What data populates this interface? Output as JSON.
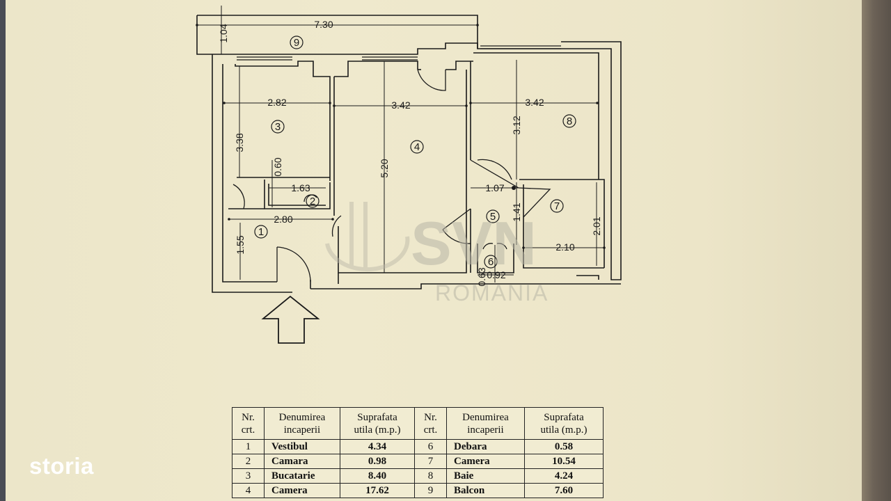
{
  "brand": "storia",
  "watermark": {
    "logo": "SVN",
    "subtitle": "ROMANIA"
  },
  "dimensions": {
    "total_width": "7.30",
    "balcony_depth": "1.04",
    "kitchen_width": "2.82",
    "kitchen_depth": "3.38",
    "pantry_depth": "0.60",
    "pantry_width": "1.63",
    "vestibule_width": "2.80",
    "vestibule_depth": "1.55",
    "living_width": "3.42",
    "living_depth": "5.20",
    "bedroom_width": "3.42",
    "bedroom_depth": "3.12",
    "hall_width": "1.07",
    "hall_depth": "1.41",
    "bath_width": "2.10",
    "bath_depth": "2.01",
    "closet_width": "0.92",
    "closet_depth": "0.63"
  },
  "room_markers": [
    "1",
    "2",
    "3",
    "4",
    "5",
    "6",
    "7",
    "8",
    "9"
  ],
  "table": {
    "headers": {
      "nr_line1": "Nr.",
      "nr_line2": "crt.",
      "name_line1": "Denumirea",
      "name_line2": "incaperii",
      "area_line1": "Suprafata",
      "area_line2": "utila (m.p.)"
    },
    "rows": [
      {
        "left": {
          "nr": "1",
          "name": "Vestibul",
          "area": "4.34"
        },
        "right": {
          "nr": "6",
          "name": "Debara",
          "area": "0.58"
        }
      },
      {
        "left": {
          "nr": "2",
          "name": "Camara",
          "area": "0.98"
        },
        "right": {
          "nr": "7",
          "name": "Camera",
          "area": "10.54"
        }
      },
      {
        "left": {
          "nr": "3",
          "name": "Bucatarie",
          "area": "8.40"
        },
        "right": {
          "nr": "8",
          "name": "Baie",
          "area": "4.24"
        }
      },
      {
        "left": {
          "nr": "4",
          "name": "Camera",
          "area": "17.62"
        },
        "right": {
          "nr": "9",
          "name": "Balcon",
          "area": "7.60"
        }
      }
    ]
  }
}
